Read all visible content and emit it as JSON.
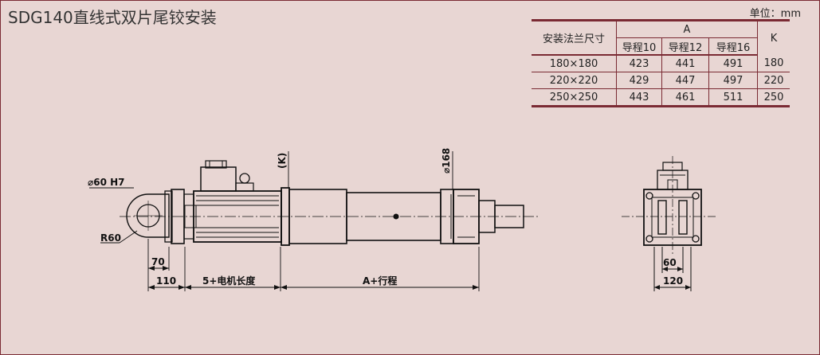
{
  "title": "SDG140直线式双片尾铰安装",
  "unit_label": "单位：mm",
  "table": {
    "col_mount": "安装法兰尺寸",
    "col_a": "A",
    "col_k": "K",
    "sub_cols": [
      "导程10",
      "导程12",
      "导程16"
    ],
    "rows": [
      {
        "flange": "180×180",
        "a10": "423",
        "a12": "441",
        "a16": "491",
        "k": "180"
      },
      {
        "flange": "220×220",
        "a10": "429",
        "a12": "447",
        "a16": "497",
        "k": "220"
      },
      {
        "flange": "250×250",
        "a10": "443",
        "a12": "461",
        "a16": "511",
        "k": "250"
      }
    ]
  },
  "labels": {
    "dia60": "⌀60 H7",
    "r60": "R60",
    "d70": "70",
    "d110": "110",
    "motor_len": "5+电机长度",
    "stroke": "A+行程",
    "k_paren": "(K)",
    "dia168": "⌀168",
    "d60": "60",
    "d120": "120"
  }
}
